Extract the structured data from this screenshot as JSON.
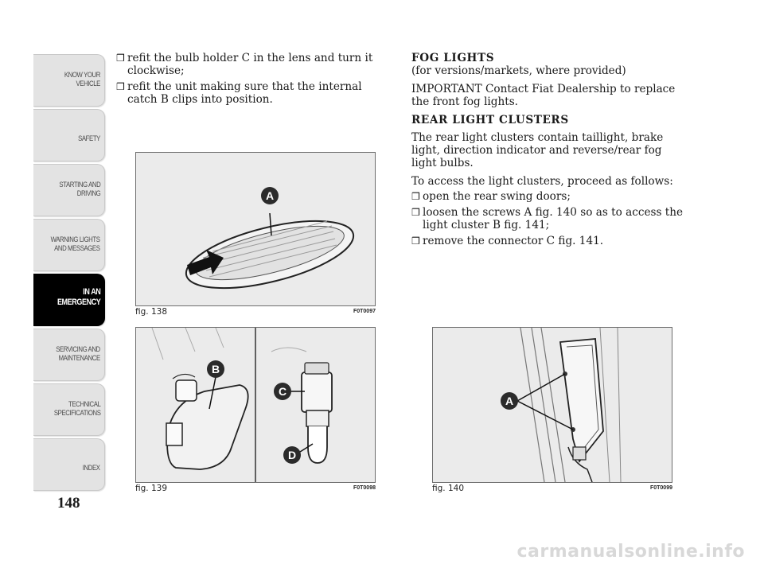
{
  "side_tabs": [
    {
      "label": "KNOW YOUR\nVEHICLE",
      "active": false
    },
    {
      "label": "SAFETY",
      "active": false
    },
    {
      "label": "STARTING AND\nDRIVING",
      "active": false
    },
    {
      "label": "WARNING LIGHTS\nAND MESSAGES",
      "active": false
    },
    {
      "label": "IN AN\nEMERGENCY",
      "active": true
    },
    {
      "label": "SERVICING AND\nMAINTENANCE",
      "active": false
    },
    {
      "label": "TECHNICAL\nSPECIFICATIONS",
      "active": false
    },
    {
      "label": "INDEX",
      "active": false
    }
  ],
  "page_number": "148",
  "left_column": {
    "bullets": [
      "refit the bulb holder C in the lens and turn it clockwise;",
      "refit the unit making sure that the internal catch B clips into position."
    ]
  },
  "right_column": {
    "fog_heading": "FOG LIGHTS",
    "fog_subtitle": "(for versions/markets, where provided)",
    "fog_important": "IMPORTANT Contact Fiat Dealership to replace the front fog lights.",
    "rear_heading": "REAR LIGHT CLUSTERS",
    "rear_intro": "The rear light clusters contain taillight, brake light, direction indicator and reverse/rear fog light bulbs.",
    "rear_access": "To access the light clusters, proceed as follows:",
    "bullets": [
      "open the rear swing doors;",
      "loosen the screws A fig. 140 so as to access the light cluster B fig. 141;",
      "remove the connector C fig. 141."
    ]
  },
  "bullet_glyph": "❒",
  "figures": {
    "fig138": {
      "caption": "fig. 138",
      "code": "F0T0097",
      "labels": [
        "A"
      ]
    },
    "fig139": {
      "caption": "fig. 139",
      "code": "F0T0098",
      "labels": [
        "B",
        "C",
        "D"
      ]
    },
    "fig140": {
      "caption": "fig. 140",
      "code": "F0T0099",
      "labels": [
        "A"
      ]
    }
  },
  "watermark": "carmanualsonline.info",
  "colors": {
    "active_tab": "#000000",
    "tab": "#e3e3e3",
    "figure_bg": "#e9e9e9",
    "label_circle": "#2b2b2b"
  }
}
